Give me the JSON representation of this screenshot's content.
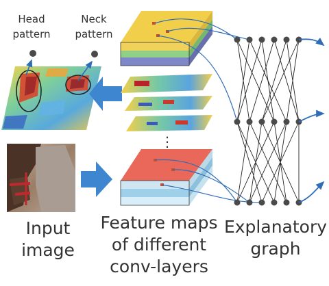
{
  "labels": {
    "head_pattern": [
      "Head",
      "pattern"
    ],
    "neck_pattern": [
      "Neck",
      "pattern"
    ],
    "input_image": [
      "Input",
      "image"
    ],
    "feature_maps": [
      "Feature maps",
      "of different",
      "conv-layers"
    ],
    "explanatory_graph": [
      "Explanatory",
      "graph"
    ],
    "ellipsis": "⋮"
  },
  "colors": {
    "arrow_blue": "#3f86d0",
    "link_blue": "#2f6db8",
    "node": "#4a4a4a",
    "edge": "#222222",
    "text": "#333333",
    "block_top_yellow": "#f2cf4a",
    "block_top_red": "#e9685a"
  }
}
